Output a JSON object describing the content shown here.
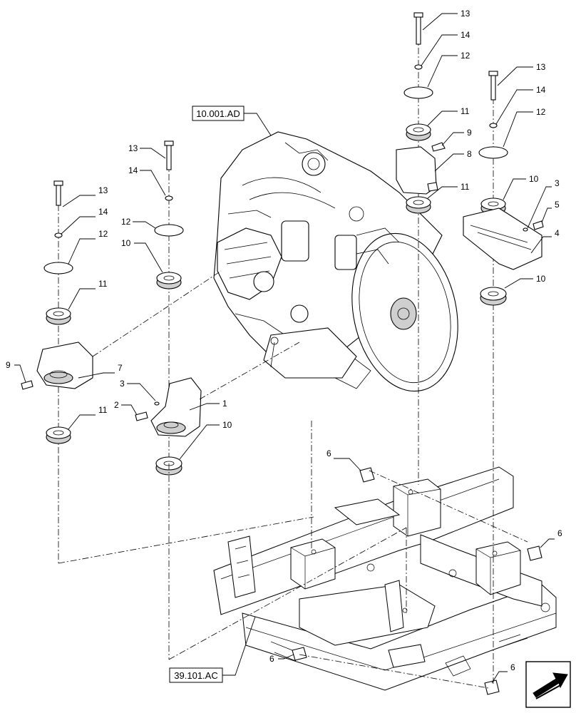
{
  "references": {
    "engine_ref": "10.001.AD",
    "frame_ref": "39.101.AC"
  },
  "callouts": {
    "c1": "1",
    "c2": "2",
    "c3a": "3",
    "c3b": "3",
    "c4": "4",
    "c5": "5",
    "c6a": "6",
    "c6b": "6",
    "c6c": "6",
    "c6d": "6",
    "c7": "7",
    "c8": "8",
    "c9a": "9",
    "c9b": "9",
    "c10a": "10",
    "c10b": "10",
    "c10c": "10",
    "c10d": "10",
    "c11a": "11",
    "c11b": "11",
    "c11c": "11",
    "c11d": "11",
    "c12a": "12",
    "c12b": "12",
    "c12c": "12",
    "c12d": "12",
    "c13a": "13",
    "c13b": "13",
    "c13c": "13",
    "c13d": "13",
    "c14a": "14",
    "c14b": "14",
    "c14c": "14",
    "c14d": "14"
  },
  "icons": {
    "nav_arrow": "arrow-icon"
  }
}
